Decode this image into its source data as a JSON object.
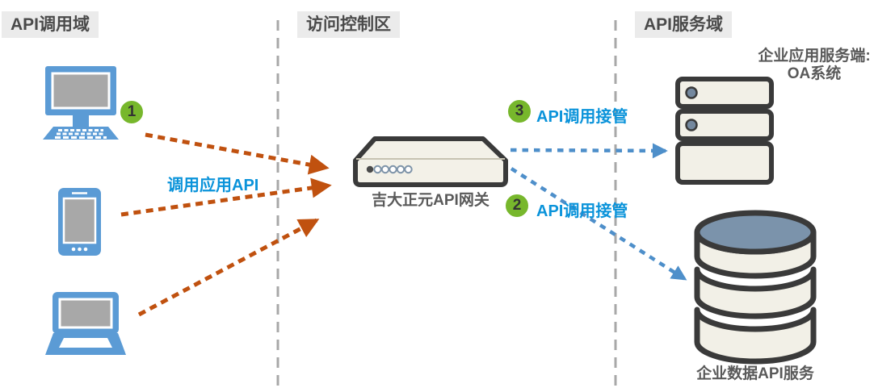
{
  "zones": [
    {
      "label": "API调用域"
    },
    {
      "label": "访问控制区"
    },
    {
      "label": "API服务域"
    }
  ],
  "flows": {
    "step1": {
      "badge": "1",
      "label": "调用应用API"
    },
    "step2": {
      "badge": "2",
      "label": "API调用接管"
    },
    "step3": {
      "badge": "3",
      "label": "API调用接管"
    }
  },
  "nodes": {
    "clients": [
      {
        "icon": "desktop-computer-icon"
      },
      {
        "icon": "tablet-icon"
      },
      {
        "icon": "laptop-icon"
      }
    ],
    "gateway": {
      "icon": "gateway-appliance-icon",
      "caption": "吉大正元API网关"
    },
    "app_server": {
      "icon": "server-stack-icon",
      "caption_line1": "企业应用服务端:",
      "caption_line2": "OA系统"
    },
    "database": {
      "icon": "database-icon",
      "caption": "企业数据API服务"
    }
  },
  "colors": {
    "call_arrow_orange": "#c0510f",
    "takeover_arrow_blue": "#4e8fca",
    "flow_text_blue": "#0a93da",
    "badge_green": "#77b72c",
    "device_blue": "#5b9bd5",
    "shape_fill_cream": "#f2f0e7",
    "shape_outline_dark": "#3a3a3a",
    "caption_gray": "#595959",
    "zone_label_bg": "#ebebeb",
    "zone_label_text": "#4a4a4a",
    "separator_gray": "#a8a8a8",
    "db_top_blue_gray": "#7b93ab"
  }
}
